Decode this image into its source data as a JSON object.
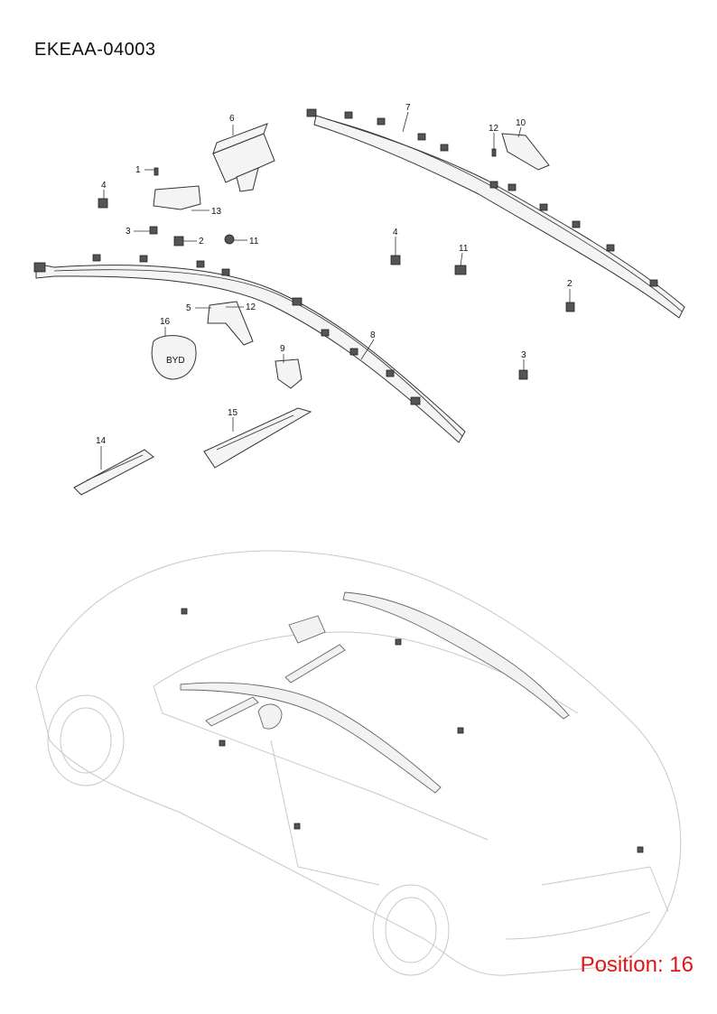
{
  "document": {
    "code": "EKEAA-04003",
    "position_label": "Position: 16"
  },
  "callouts": [
    {
      "number": "1"
    },
    {
      "number": "2"
    },
    {
      "number": "2"
    },
    {
      "number": "3"
    },
    {
      "number": "3"
    },
    {
      "number": "4"
    },
    {
      "number": "4"
    },
    {
      "number": "5"
    },
    {
      "number": "6"
    },
    {
      "number": "7"
    },
    {
      "number": "8"
    },
    {
      "number": "9"
    },
    {
      "number": "10"
    },
    {
      "number": "11"
    },
    {
      "number": "11"
    },
    {
      "number": "12"
    },
    {
      "number": "12"
    },
    {
      "number": "13"
    },
    {
      "number": "14"
    },
    {
      "number": "15"
    },
    {
      "number": "16"
    }
  ],
  "logo_text": "BYD",
  "colors": {
    "position_text": "#e41414",
    "line_art": "#333333",
    "car_outline": "#c8c8c8"
  }
}
